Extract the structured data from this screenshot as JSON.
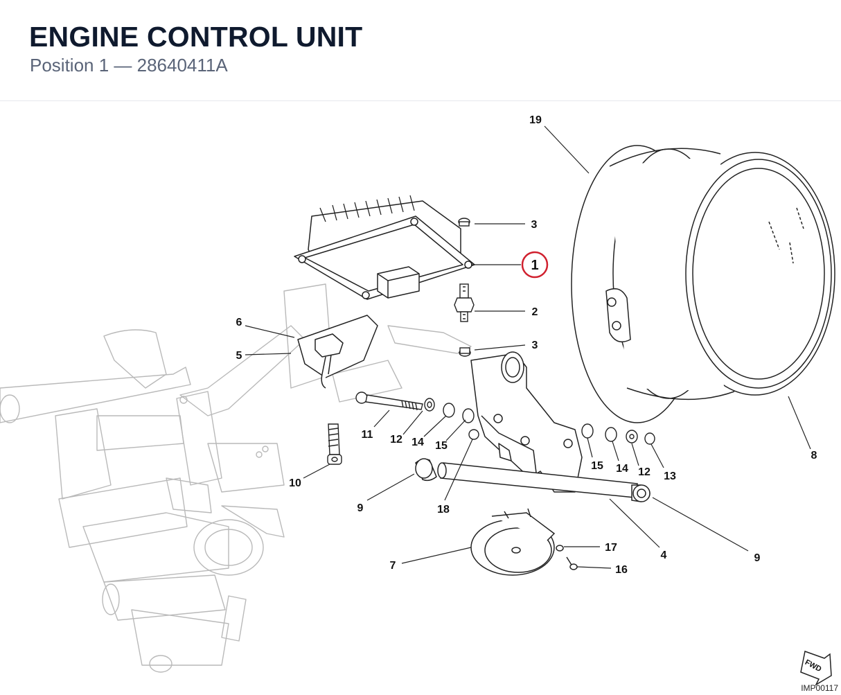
{
  "header": {
    "title": "ENGINE CONTROL UNIT",
    "subtitle": "Position 1  —  28640411A"
  },
  "diagram": {
    "selected_callout": "1",
    "selected_color": "#d0202e",
    "callouts": {
      "c19": "19",
      "c3a": "3",
      "c1": "1",
      "c2": "2",
      "c3b": "3",
      "c6": "6",
      "c5": "5",
      "c11": "11",
      "c12a": "12",
      "c14a": "14",
      "c15a": "15",
      "c10": "10",
      "c15b": "15",
      "c14b": "14",
      "c12b": "12",
      "c13": "13",
      "c8": "8",
      "c9a": "9",
      "c18": "18",
      "c4": "4",
      "c9b": "9",
      "c7": "7",
      "c17": "17",
      "c16": "16"
    },
    "fwd_label": "FWD",
    "image_code": "IMP00117"
  }
}
